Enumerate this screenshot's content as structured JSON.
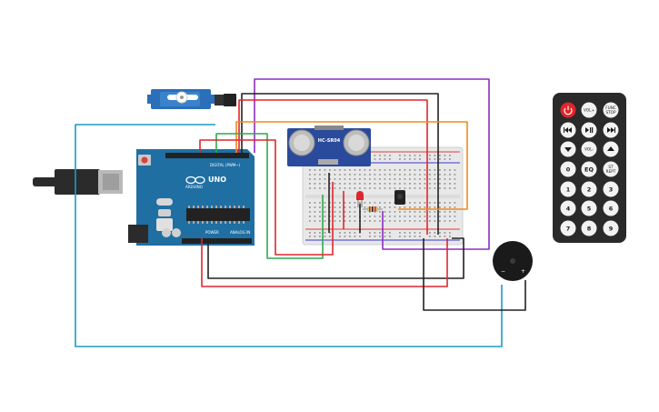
{
  "arduino": {
    "brand": "ARDUINO",
    "model": "UNO",
    "digital_label": "DIGITAL (PWM~)",
    "power_label": "POWER",
    "analog_label": "ANALOG IN"
  },
  "ultrasonic": {
    "model": "HC-SR04"
  },
  "remote": {
    "buttons": [
      {
        "label": "",
        "icon": "power-icon"
      },
      {
        "label": "VOL+",
        "icon": ""
      },
      {
        "label": "FUNC/STOP",
        "icon": ""
      },
      {
        "label": "",
        "icon": "rewind-icon"
      },
      {
        "label": "",
        "icon": "play-pause-icon"
      },
      {
        "label": "",
        "icon": "fast-forward-icon"
      },
      {
        "label": "",
        "icon": "down-arrow-icon"
      },
      {
        "label": "VOL-",
        "icon": ""
      },
      {
        "label": "",
        "icon": "up-arrow-icon"
      },
      {
        "label": "0",
        "icon": ""
      },
      {
        "label": "EQ",
        "icon": ""
      },
      {
        "label": "ST/REPT",
        "icon": ""
      },
      {
        "label": "1",
        "icon": ""
      },
      {
        "label": "2",
        "icon": ""
      },
      {
        "label": "3",
        "icon": ""
      },
      {
        "label": "4",
        "icon": ""
      },
      {
        "label": "5",
        "icon": ""
      },
      {
        "label": "6",
        "icon": ""
      },
      {
        "label": "7",
        "icon": ""
      },
      {
        "label": "8",
        "icon": ""
      },
      {
        "label": "9",
        "icon": ""
      }
    ]
  },
  "colors": {
    "wire_blue": "#1a9bc8",
    "wire_purple": "#8b2fc0",
    "wire_black": "#222222",
    "wire_red": "#e0262b",
    "wire_orange": "#f08a1c",
    "wire_green": "#2fa84f",
    "arduino_board": "#1f6fa3",
    "servo_body": "#2a6fb8",
    "sonar_board": "#2a4a9c",
    "remote_body": "#2a2a2a",
    "remote_power": "#e0262b",
    "led": "#e0262b",
    "buzzer": "#1a1a1a"
  }
}
